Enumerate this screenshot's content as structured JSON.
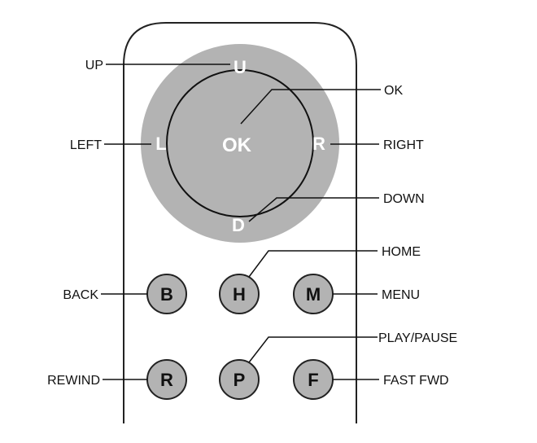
{
  "colors": {
    "ring": "#b3b3b3",
    "button_fill": "#b3b3b3",
    "outline": "#222222",
    "glyph_on_ring": "#ffffff",
    "text": "#111111"
  },
  "dpad": {
    "up_glyph": "U",
    "down_glyph": "D",
    "left_glyph": "L",
    "right_glyph": "R",
    "ok_glyph": "OK"
  },
  "buttons": {
    "back_glyph": "B",
    "home_glyph": "H",
    "menu_glyph": "M",
    "rewind_glyph": "R",
    "play_pause_glyph": "P",
    "fast_fwd_glyph": "F"
  },
  "callouts": {
    "up": "UP",
    "ok": "OK",
    "left": "LEFT",
    "right": "RIGHT",
    "down": "DOWN",
    "home": "HOME",
    "back": "BACK",
    "menu": "MENU",
    "play_pause": "PLAY/PAUSE",
    "rewind": "REWIND",
    "fast_fwd": "FAST FWD"
  },
  "icons": [
    "remote-body-outline",
    "dpad-ring",
    "ok-button-circle"
  ]
}
